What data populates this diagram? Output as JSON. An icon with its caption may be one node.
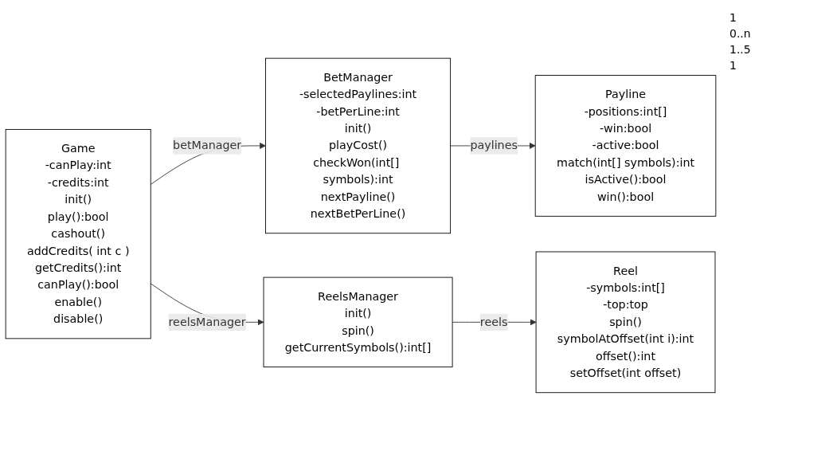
{
  "diagram": {
    "nodes": [
      {
        "text": [
          "Game",
          "-canPlay:int",
          "-credits:int",
          "init()",
          "play():bool",
          "cashout()",
          "addCredits( int c )",
          "getCredits():int",
          "canPlay():bool",
          "enable()",
          "disable()"
        ]
      },
      {
        "text": [
          "BetManager",
          "-selectedPaylines:int",
          "-betPerLine:int",
          "init()",
          "playCost()",
          "checkWon(int[] symbols):int",
          "nextPayline()",
          "nextBetPerLine()"
        ]
      },
      {
        "text": [
          "Payline",
          "-positions:int[]",
          "-win:bool",
          "-active:bool",
          "match(int[] symbols):int",
          "isActive():bool",
          "win():bool"
        ]
      },
      {
        "text": [
          "ReelsManager",
          "init()",
          "spin()",
          "getCurrentSymbols():int[]"
        ]
      },
      {
        "text": [
          "Reel",
          "-symbols:int[]",
          "-top:top",
          "spin()",
          "symbolAtOffset(int i):int",
          "offset():int",
          "setOffset(int offset)"
        ]
      }
    ],
    "edges": [
      {
        "from": 0,
        "to": 1,
        "arrow": "to",
        "label": "betManager"
      },
      {
        "from": 1,
        "to": 2,
        "arrow": "to",
        "label": "paylines"
      },
      {
        "from": 0,
        "to": 3,
        "arrow": "to",
        "label": "reelsManager"
      },
      {
        "from": 3,
        "to": 4,
        "arrow": "to",
        "label": "reels"
      }
    ],
    "labels": [
      "1",
      "0..n",
      "1..5",
      "1"
    ]
  }
}
